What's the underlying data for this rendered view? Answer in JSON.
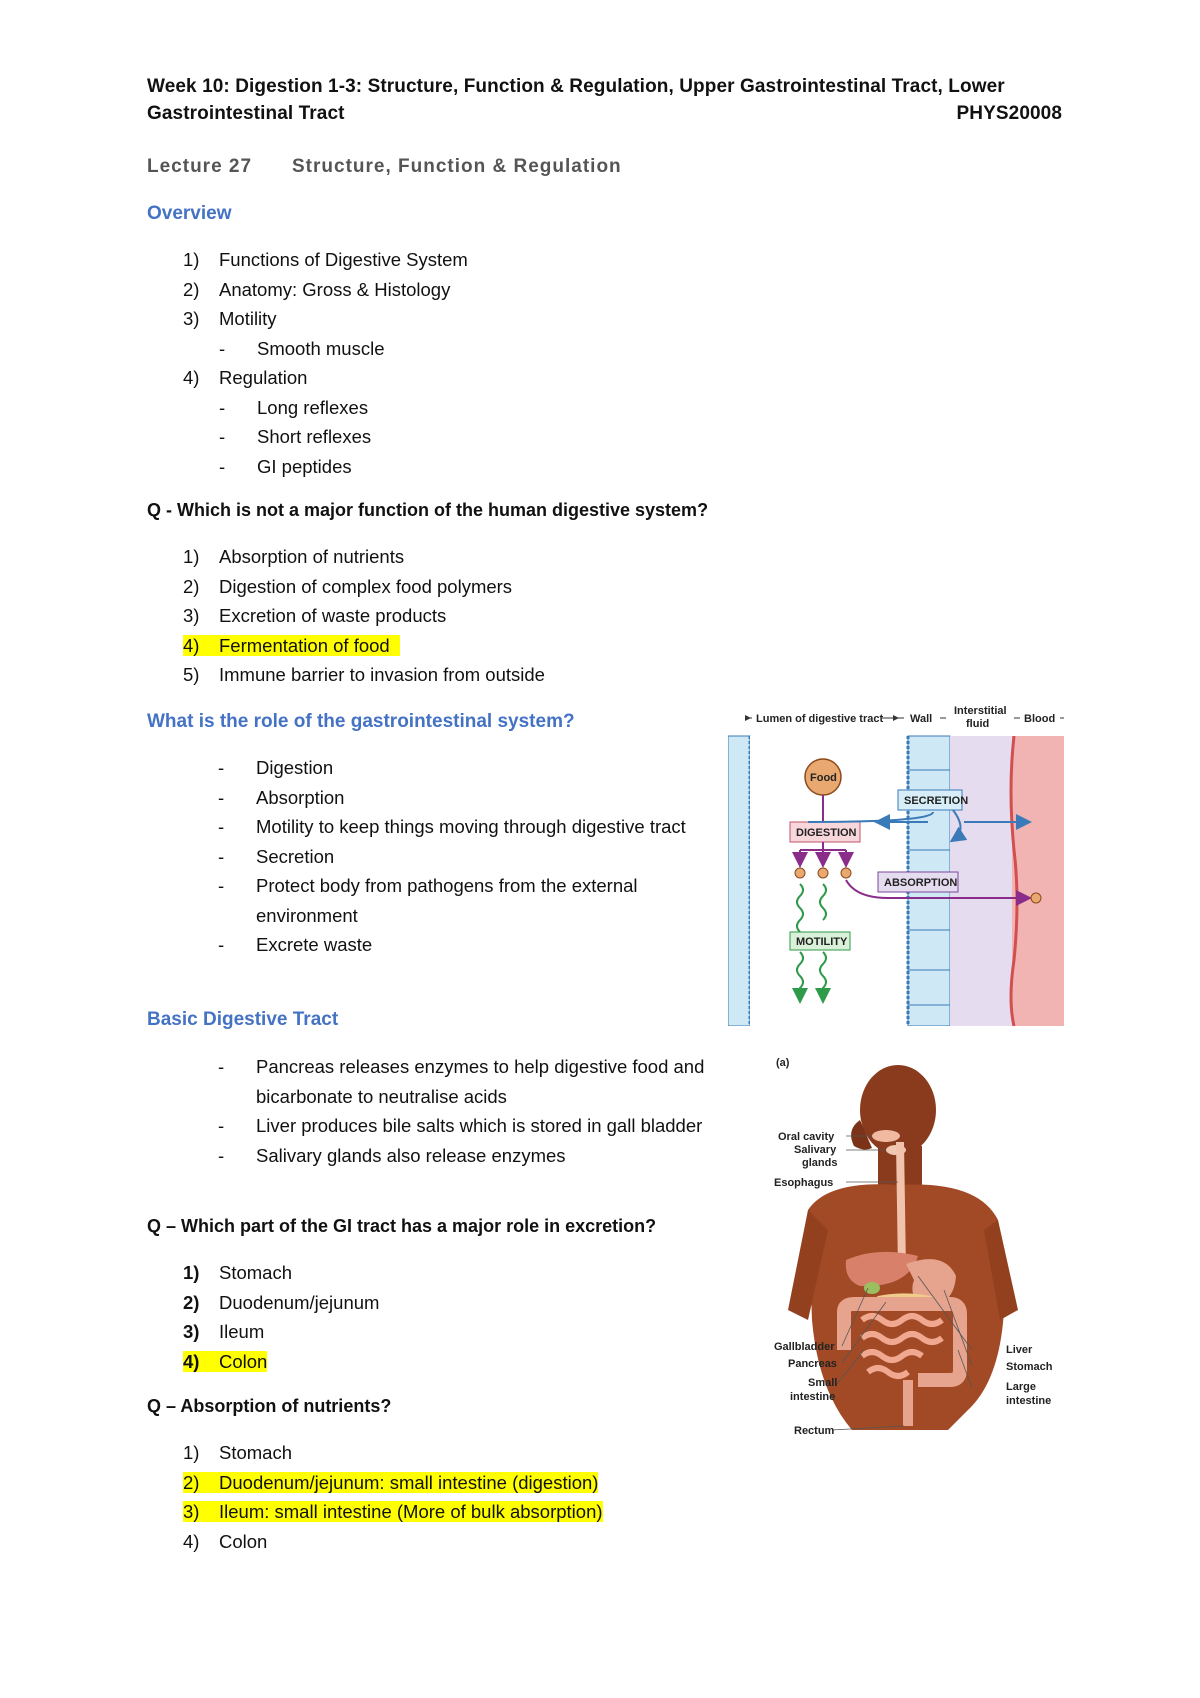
{
  "header": {
    "line1": "Week 10: Digestion 1-3: Structure, Function & Regulation, Upper Gastrointestinal Tract, Lower",
    "line2": "Gastrointestinal Tract",
    "code": "PHYS20008"
  },
  "lecture": {
    "number": "Lecture 27",
    "title": "Structure, Function & Regulation"
  },
  "overview": {
    "heading": "Overview",
    "items": [
      {
        "num": "1)",
        "text": "Functions of Digestive System"
      },
      {
        "num": "2)",
        "text": "Anatomy: Gross & Histology"
      },
      {
        "num": "3)",
        "text": "Motility",
        "sub": [
          "Smooth muscle"
        ]
      },
      {
        "num": "4)",
        "text": "Regulation",
        "sub": [
          "Long reflexes",
          "Short reflexes",
          "GI peptides"
        ]
      }
    ]
  },
  "q1": {
    "question": "Q - Which is not a major function of the human digestive system?",
    "options": [
      {
        "num": "1)",
        "text": "Absorption of nutrients"
      },
      {
        "num": "2)",
        "text": "Digestion of complex food polymers"
      },
      {
        "num": "3)",
        "text": "Excretion of waste products"
      },
      {
        "num": "4)",
        "text": "Fermentation of food",
        "highlight": true
      },
      {
        "num": "5)",
        "text": "Immune barrier to invasion from outside"
      }
    ]
  },
  "role": {
    "heading": "What is the role of the gastrointestinal system?",
    "items": [
      "Digestion",
      "Absorption",
      "Motility to keep things moving through digestive tract",
      "Secretion",
      "Protect body from pathogens from the external environment",
      "Excrete waste"
    ]
  },
  "basic": {
    "heading": "Basic Digestive Tract",
    "items": [
      "Pancreas releases enzymes to help digestive food and bicarbonate to neutralise acids",
      "Liver produces bile salts which is stored in gall bladder",
      "Salivary glands also release enzymes"
    ]
  },
  "q2": {
    "question": "Q – Which part of the GI tract has a major role in excretion?",
    "options": [
      {
        "num": "1)",
        "text": "Stomach"
      },
      {
        "num": "2)",
        "text": "Duodenum/jejunum"
      },
      {
        "num": "3)",
        "text": "Ileum"
      },
      {
        "num": "4)",
        "text": "Colon",
        "highlight": true
      }
    ]
  },
  "q3": {
    "question": "Q – Absorption of nutrients?",
    "options": [
      {
        "num": "1)",
        "text": "Stomach"
      },
      {
        "num": "2)",
        "text": "Duodenum/jejunum: small intestine (digestion)",
        "highlight": true
      },
      {
        "num": "3)",
        "text": "Ileum: small intestine (More of bulk absorption)",
        "highlight": true
      },
      {
        "num": "4)",
        "text": "Colon"
      }
    ]
  },
  "figure1": {
    "col_lumen": "Lumen of digestive tract",
    "col_wall": "Wall",
    "col_interstitial_1": "Interstitial",
    "col_interstitial_2": "fluid",
    "col_blood": "Blood",
    "food": "Food",
    "secretion": "SECRETION",
    "digestion": "DIGESTION",
    "absorption": "ABSORPTION",
    "motility": "MOTILITY"
  },
  "figure2": {
    "panel": "(a)",
    "labels": {
      "oral_cavity": "Oral cavity",
      "salivary_1": "Salivary",
      "salivary_2": "glands",
      "esophagus": "Esophagus",
      "gallbladder": "Gallbladder",
      "pancreas": "Pancreas",
      "small_1": "Small",
      "small_2": "intestine",
      "rectum": "Rectum",
      "liver": "Liver",
      "stomach": "Stomach",
      "large_1": "Large",
      "large_2": "intestine"
    }
  },
  "colors": {
    "heading": "#4472c4",
    "highlight": "#ffff00"
  }
}
